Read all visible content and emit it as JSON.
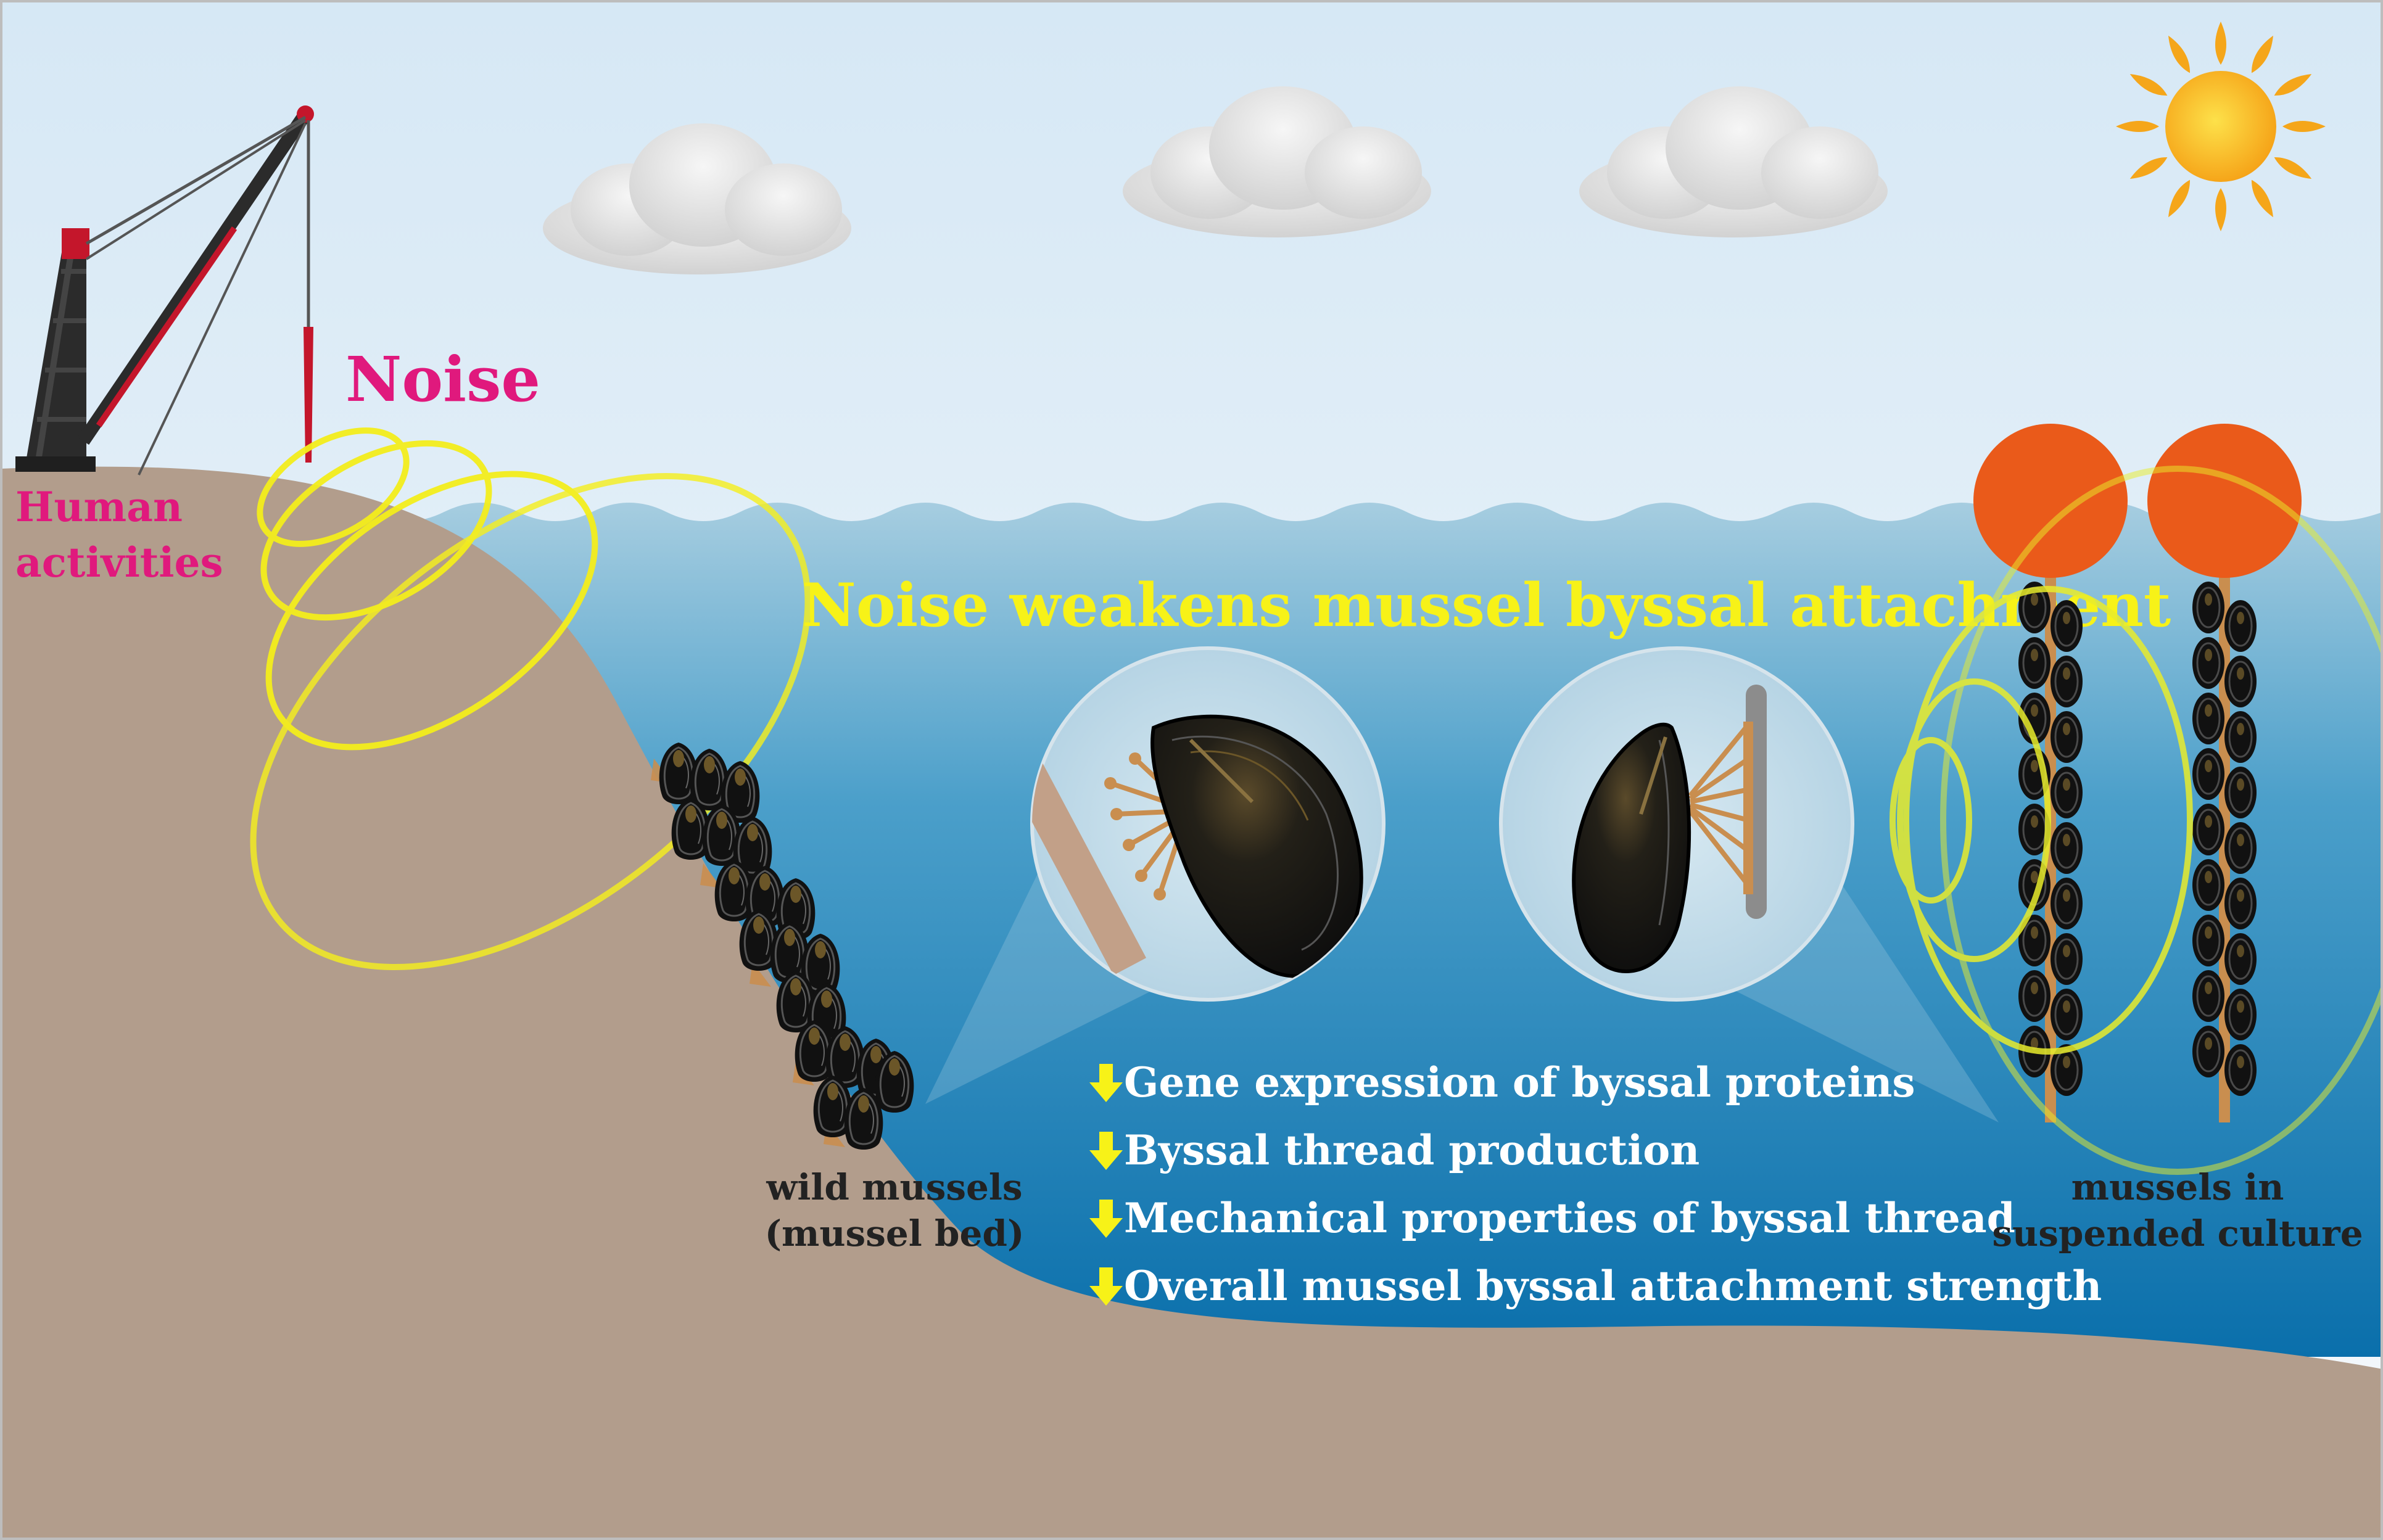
{
  "labels": {
    "noise": "Noise",
    "human_activities_line1": "Human",
    "human_activities_line2": "activities",
    "headline": "Noise weakens mussel byssal attachment",
    "wild_mussels_line1": "wild mussels",
    "wild_mussels_line2": "(mussel bed)",
    "suspended_line1": "mussels in",
    "suspended_line2": "suspended culture"
  },
  "effects": [
    "Gene expression of byssal proteins",
    "Byssal thread production",
    "Mechanical properties of byssal thread",
    "Overall mussel byssal attachment strength"
  ],
  "icons": {
    "effect_marker": "down-arrow-icon",
    "sun": "sun-icon",
    "cloud": "cloud-icon",
    "crane": "crane-icon",
    "buoy": "buoy-icon"
  },
  "colors": {
    "sky_top": "#dcebf6",
    "sky_bottom": "#f4f8fb",
    "sea_top": "#8fbfd6",
    "sea_bottom": "#0d74ad",
    "seabed": "#b39e8d",
    "noise_text": "#e0197d",
    "noise_wave": "#f4f01a",
    "headline": "#f7f218",
    "effect_text": "#ffffff",
    "arrow": "#f7f218",
    "buoy": "#ea5a1a",
    "crane_red": "#c4162b",
    "mussel": "#1a1a1a",
    "byssus": "#c98e4f",
    "label_dark": "#222222"
  }
}
